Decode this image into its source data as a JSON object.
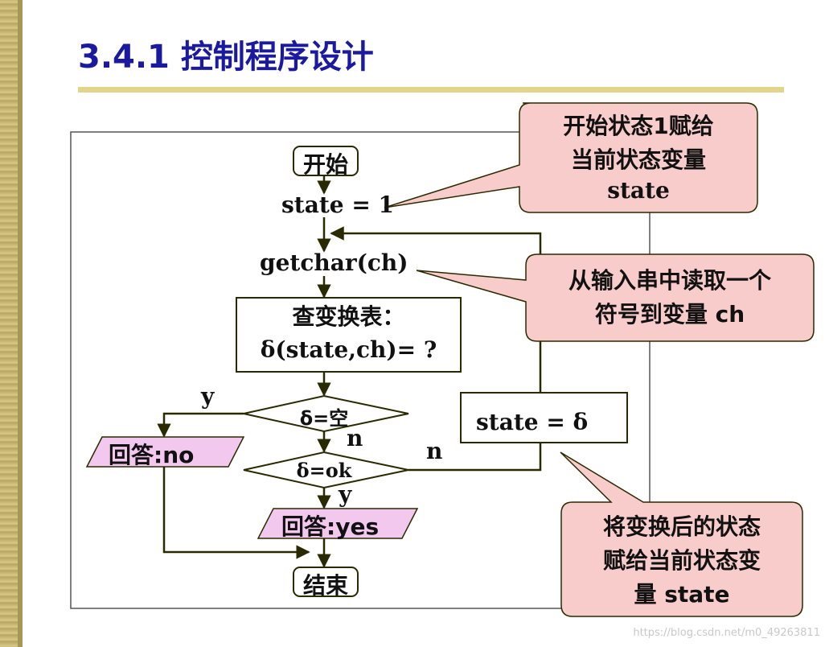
{
  "title": "3.4.1 控制程序设计",
  "flowchart": {
    "start": "开始",
    "init": "state = 1",
    "read": "getchar(ch)",
    "lookup_line1": "查变换表：",
    "lookup_line2": "δ(state,ch)= ?",
    "decision_empty": "δ=空",
    "decision_ok": "δ=ok",
    "answer_no": "回答:no",
    "answer_yes": "回答:yes",
    "assign": "state = δ",
    "end": "结束",
    "label_y1": "y",
    "label_n1": "n",
    "label_n2": "n",
    "label_y2": "y"
  },
  "callouts": {
    "c1_line1": "开始状态1赋给",
    "c1_line2": "当前状态变量",
    "c1_line3": "state",
    "c2_line1": "从输入串中读取一个",
    "c2_line2": "符号到变量 ch",
    "c3_line1": "将变换后的状态",
    "c3_line2": "赋给当前状态变",
    "c3_line3": "量 state"
  },
  "watermark": "https://blog.csdn.net/m0_49263811",
  "colors": {
    "title": "#1a1aa0",
    "callout_fill": "#f9cccc",
    "io_fill": "#f2c8ef",
    "line": "#2a2a00"
  }
}
